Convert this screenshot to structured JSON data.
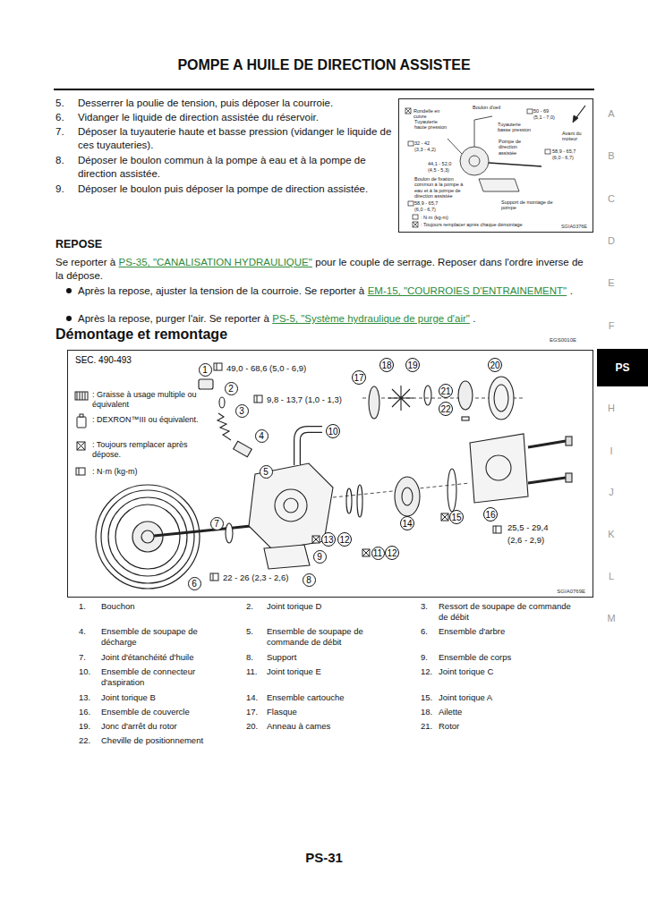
{
  "diagram": {
    "title": "POMPE A HUILE DE DIRECTION ASSISTEE",
    "nodes": [
      {
        "text": [
          "SEC. 490-493",
          "SGIA0769E"
        ]
      },
      {
        "text": [
          "1"
        ],
        "in": 0
      },
      {
        "text": [
          "2"
        ],
        "in": 0
      },
      {
        "text": [
          "3"
        ],
        "in": 0
      },
      {
        "text": [
          "4"
        ],
        "in": 0
      },
      {
        "text": [
          "5"
        ],
        "in": 0
      },
      {
        "text": [
          "6"
        ],
        "in": 0
      },
      {
        "text": [
          "7"
        ],
        "in": 0
      },
      {
        "text": [
          "8"
        ],
        "in": 0
      },
      {
        "text": [
          "9"
        ],
        "in": 0
      },
      {
        "text": [
          "10"
        ],
        "in": 0
      },
      {
        "text": [
          "11"
        ],
        "in": 0
      },
      {
        "text": [
          "12"
        ],
        "in": 0
      },
      {
        "text": [
          "12"
        ],
        "in": 0
      },
      {
        "text": [
          "13"
        ],
        "in": 0
      },
      {
        "text": [
          "14"
        ],
        "in": 0
      },
      {
        "text": [
          "15"
        ],
        "in": 0
      },
      {
        "text": [
          "16"
        ],
        "in": 0
      },
      {
        "text": [
          "17"
        ],
        "in": 0
      },
      {
        "text": [
          "18"
        ],
        "in": 0
      },
      {
        "text": [
          "19"
        ],
        "in": 0
      },
      {
        "text": [
          "20"
        ],
        "in": 0
      },
      {
        "text": [
          "21"
        ],
        "in": 0
      },
      {
        "text": [
          "22"
        ],
        "in": 0
      },
      {
        "text": [
          "SGIA0376E"
        ]
      },
      {
        "text": [
          "PS"
        ]
      }
    ],
    "labels": [
      "5.",
      "Desserrer la poulie de tension, puis déposer la courroie.",
      "6.",
      "Vidanger le liquide de direction assistée du réservoir.",
      "7.",
      "Déposer la tuyauterie haute et basse pression (vidanger le liquide de ces tuyauteries).",
      "8.",
      "Déposer le boulon commun à la pompe à eau et à la pompe de direction assistée.",
      "9.",
      "Déposer le boulon puis déposer la pompe de direction assistée.",
      "REPOSE",
      "Se reporter à",
      "PS-35, \"CANALISATION HYDRAULIQUE\"",
      "pour le couple de serrage. Reposer dans l'ordre inverse de la dépose.",
      "Après la repose, ajuster la tension de la courroie. Se reporter à",
      "EM-15, \"COURROIES D'ENTRAINEMENT\"",
      ".",
      "Après la repose, purger l'air. Se reporter à",
      "PS-5, \"Système hydraulique de purge d'air\"",
      ".",
      "Démontage et remontage",
      "EGS0010E",
      "49,0 - 68,6 (5,0 - 6,9)",
      "9,8 - 13,7 (1,0 - 1,3)",
      "25,5 - 29,4",
      "(2,6 - 2,9)",
      "22 - 26 (2,3 - 2,6)",
      "1.",
      "Bouchon",
      "2.",
      "Joint torique D",
      "3.",
      "Ressort de soupape de commande de débit",
      "4.",
      "Ensemble de soupape de décharge",
      "5.",
      "Ensemble de soupape de commande de débit",
      "6.",
      "Ensemble d'arbre",
      "7.",
      "Joint d'étanchéité d'huile",
      "8.",
      "Support",
      "9.",
      "Ensemble de corps",
      "10.",
      "Ensemble de connecteur d'aspiration",
      "11.",
      "Joint torique E",
      "12.",
      "Joint torique C",
      "13.",
      "Joint torique B",
      "14.",
      "Ensemble cartouche",
      "15.",
      "Joint torique A",
      "16.",
      "Ensemble de couvercle",
      "17.",
      "Flasque",
      "18.",
      "Ailette",
      "19.",
      "Jonc d'arrêt du rotor",
      "20.",
      "Anneau à cames",
      "21.",
      "Rotor",
      "22.",
      "Cheville de positionnement",
      "A",
      "B",
      "C",
      "D",
      "E",
      "F",
      "H",
      "I",
      "J",
      "K",
      "L",
      "M",
      "PS-31",
      "Rondelle en cuivre",
      "Boulon d'oeil",
      "50 - 69",
      "(5,1 - 7,0)",
      "Tuyauterie haute pression",
      "Tuyauterie basse pression",
      "Avant du moteur",
      "32 - 42",
      "(3,3 - 4,2)",
      "Pompe de direction assistée",
      "44,1 - 52,0",
      "(4,5 - 5,3)",
      "58,9 - 65,7",
      "(6,0 - 6,7)",
      "Boulon de fixation commun à la pompe à eau et à la pompe de direction assistée",
      "58,9 - 65,7",
      "(6,0 - 6,7)",
      "Support de montage de pompe"
    ],
    "legend": [
      {
        "text": ": Graisse à usage multiple ou équivalent"
      },
      {
        "text": ": DEXRON™III ou équivalent."
      },
      {
        "text": ": Toujours remplacer après dépose."
      },
      {
        "text": ": N·m (kg-m)"
      },
      {
        "text": ": N·m (kg-m)"
      },
      {
        "text": ": Toujours remplacer après chaque démontage"
      }
    ]
  }
}
